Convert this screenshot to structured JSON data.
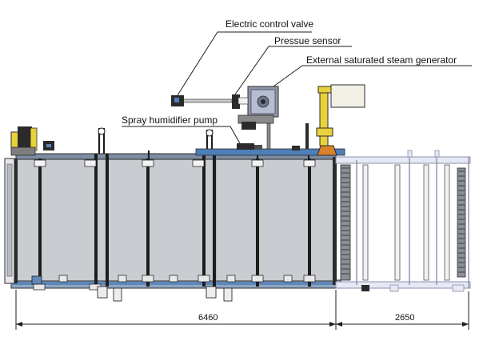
{
  "labels": {
    "electric_control_valve": "Electric control valve",
    "pressure_sensor": "Pressue sensor",
    "steam_generator": "External saturated steam generator",
    "spray_pump": "Spray humidifier pump"
  },
  "dimensions": {
    "left_length": "6460",
    "right_length": "2650"
  },
  "colors": {
    "panel_gray": "#c9cdd2",
    "frame_dark": "#2b2b2b",
    "steel_blue": "#4d7fb8",
    "accent_yellow": "#e8d23a",
    "accent_orange": "#d9822b",
    "light_frame": "#8a8fb0",
    "cream": "#f2efe4"
  }
}
